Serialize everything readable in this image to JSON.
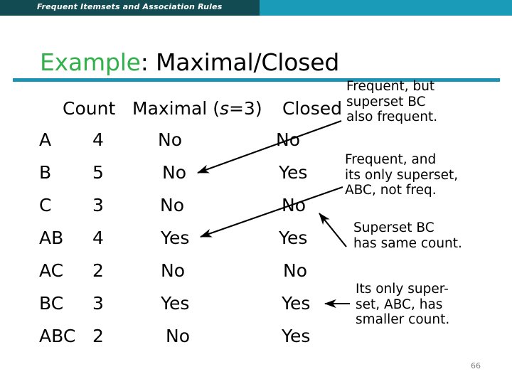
{
  "banner": {
    "text": "Frequent Itemsets and Association Rules",
    "left_color": "#134b52",
    "right_color": "#1a9bb8"
  },
  "title": {
    "accent": "Example",
    "rest": ": Maximal/Closed",
    "accent_color": "#32b04a",
    "rule_color": "#1b93b3"
  },
  "table": {
    "headers": {
      "itemset": "",
      "count": "Count",
      "maximal_pre": "Maximal (",
      "maximal_var": "s",
      "maximal_post": "=3)",
      "closed": "Closed"
    },
    "rows": [
      {
        "itemset": "A",
        "count": "4",
        "maximal": "No",
        "closed": "No"
      },
      {
        "itemset": "B",
        "count": "5",
        "maximal": "No",
        "closed": "Yes"
      },
      {
        "itemset": "C",
        "count": "3",
        "maximal": "No",
        "closed": "No"
      },
      {
        "itemset": "AB",
        "count": "4",
        "maximal": "Yes",
        "closed": "Yes"
      },
      {
        "itemset": "AC",
        "count": "2",
        "maximal": "No",
        "closed": "No"
      },
      {
        "itemset": "BC",
        "count": "3",
        "maximal": "Yes",
        "closed": "Yes"
      },
      {
        "itemset": "ABC",
        "count": "2",
        "maximal": "No",
        "closed": "Yes"
      }
    ]
  },
  "annotations": [
    {
      "id": "frequent-but-superset",
      "text": "Frequent, but\nsuperset BC\nalso frequent."
    },
    {
      "id": "frequent-and-only",
      "text": "Frequent, and\nits only superset,\nABC, not freq."
    },
    {
      "id": "superset-same-count",
      "text": "Superset BC\nhas same count."
    },
    {
      "id": "only-superset-smaller",
      "text": "Its only super-\nset, ABC, has\nsmaller count."
    }
  ],
  "page_number": "66"
}
